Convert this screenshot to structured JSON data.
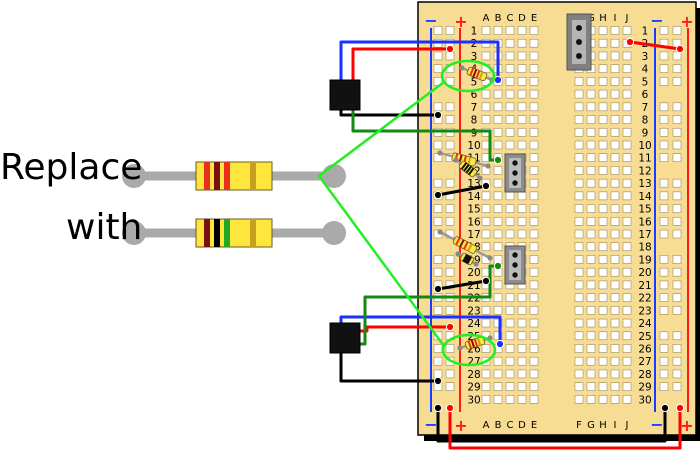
{
  "instruction": {
    "replace_label": "Replace",
    "with_label": "with"
  },
  "breadboard": {
    "column_letters_left": [
      "A",
      "B",
      "C",
      "D",
      "E"
    ],
    "column_letters_right": [
      "F",
      "G",
      "H",
      "I",
      "J"
    ],
    "row_count": 30,
    "rail_minus_label": "−",
    "rail_plus_label": "+"
  },
  "colors": {
    "board": "#f7dc94",
    "board_border": "#000000",
    "hole": "#ffffff",
    "rail_blue": "#1a3cff",
    "rail_red": "#ff1a1a",
    "wire_blue": "#1a30ff",
    "wire_red": "#ff0000",
    "wire_black": "#000000",
    "wire_green": "#108a10",
    "highlight": "#22ee22",
    "resistor_body": "#ffe63c"
  },
  "resistors": {
    "old_bands": [
      "#e8301c",
      "#7a1010",
      "#e8301c",
      "#c8a020"
    ],
    "new_bands": [
      "#7a1010",
      "#000000",
      "#22a822",
      "#c8a020"
    ]
  }
}
